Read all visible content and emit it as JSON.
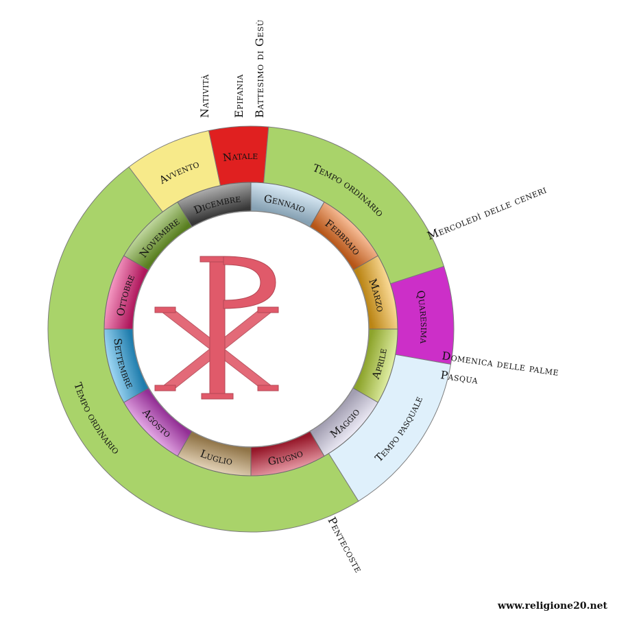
{
  "outer_ring": [
    {
      "id": "avvento",
      "label": "Avvento",
      "color": "#f7ea8a"
    },
    {
      "id": "natale",
      "label": "Natale",
      "color": "#e02020"
    },
    {
      "id": "tempo-ordinario-1",
      "label": "Tempo ordinario",
      "color": "#a9d36a"
    },
    {
      "id": "quaresima",
      "label": "Quaresima",
      "color": "#cc2fc8"
    },
    {
      "id": "tempo-pasquale",
      "label": "Tempo pasquale",
      "color": "#dff0fb"
    },
    {
      "id": "tempo-ordinario-2",
      "label": "Tempo ordinario",
      "color": "#a9d36a"
    }
  ],
  "months": [
    {
      "id": "dicembre",
      "label": "Dicembre",
      "color": "#4a4a4a"
    },
    {
      "id": "gennaio",
      "label": "Gennaio",
      "color": "#b3d7ef"
    },
    {
      "id": "febbraio",
      "label": "Febbraio",
      "color": "#f2711e"
    },
    {
      "id": "marzo",
      "label": "Marzo",
      "color": "#f9b11c"
    },
    {
      "id": "aprile",
      "label": "Aprile",
      "color": "#bcdb3a"
    },
    {
      "id": "maggio",
      "label": "Maggio",
      "color": "#d8d3ec"
    },
    {
      "id": "giugno",
      "label": "Giugno",
      "color": "#c81e36"
    },
    {
      "id": "luglio",
      "label": "Luglio",
      "color": "#c09a5e"
    },
    {
      "id": "agosto",
      "label": "Agosto",
      "color": "#c43fc6"
    },
    {
      "id": "settembre",
      "label": "Settembre",
      "color": "#29a7e6"
    },
    {
      "id": "ottobre",
      "label": "Ottobre",
      "color": "#e91e7a"
    },
    {
      "id": "novembre",
      "label": "Novembre",
      "color": "#76a92a"
    }
  ],
  "feasts": [
    {
      "id": "nativita",
      "label": "Natività"
    },
    {
      "id": "epifania",
      "label": "Epifania"
    },
    {
      "id": "battesimo",
      "label": "Battesimo di Gesù"
    },
    {
      "id": "mercoledi-ceneri",
      "label": "Mercoledì delle ceneri"
    },
    {
      "id": "domenica-palme",
      "label": "Domenica delle palme"
    },
    {
      "id": "pasqua",
      "label": "Pasqua"
    },
    {
      "id": "pentecoste",
      "label": "Pentecoste"
    }
  ],
  "center_symbol": {
    "name": "chi-rho-icon",
    "color": "#e05a6a"
  },
  "credit": "www.religione20.net"
}
